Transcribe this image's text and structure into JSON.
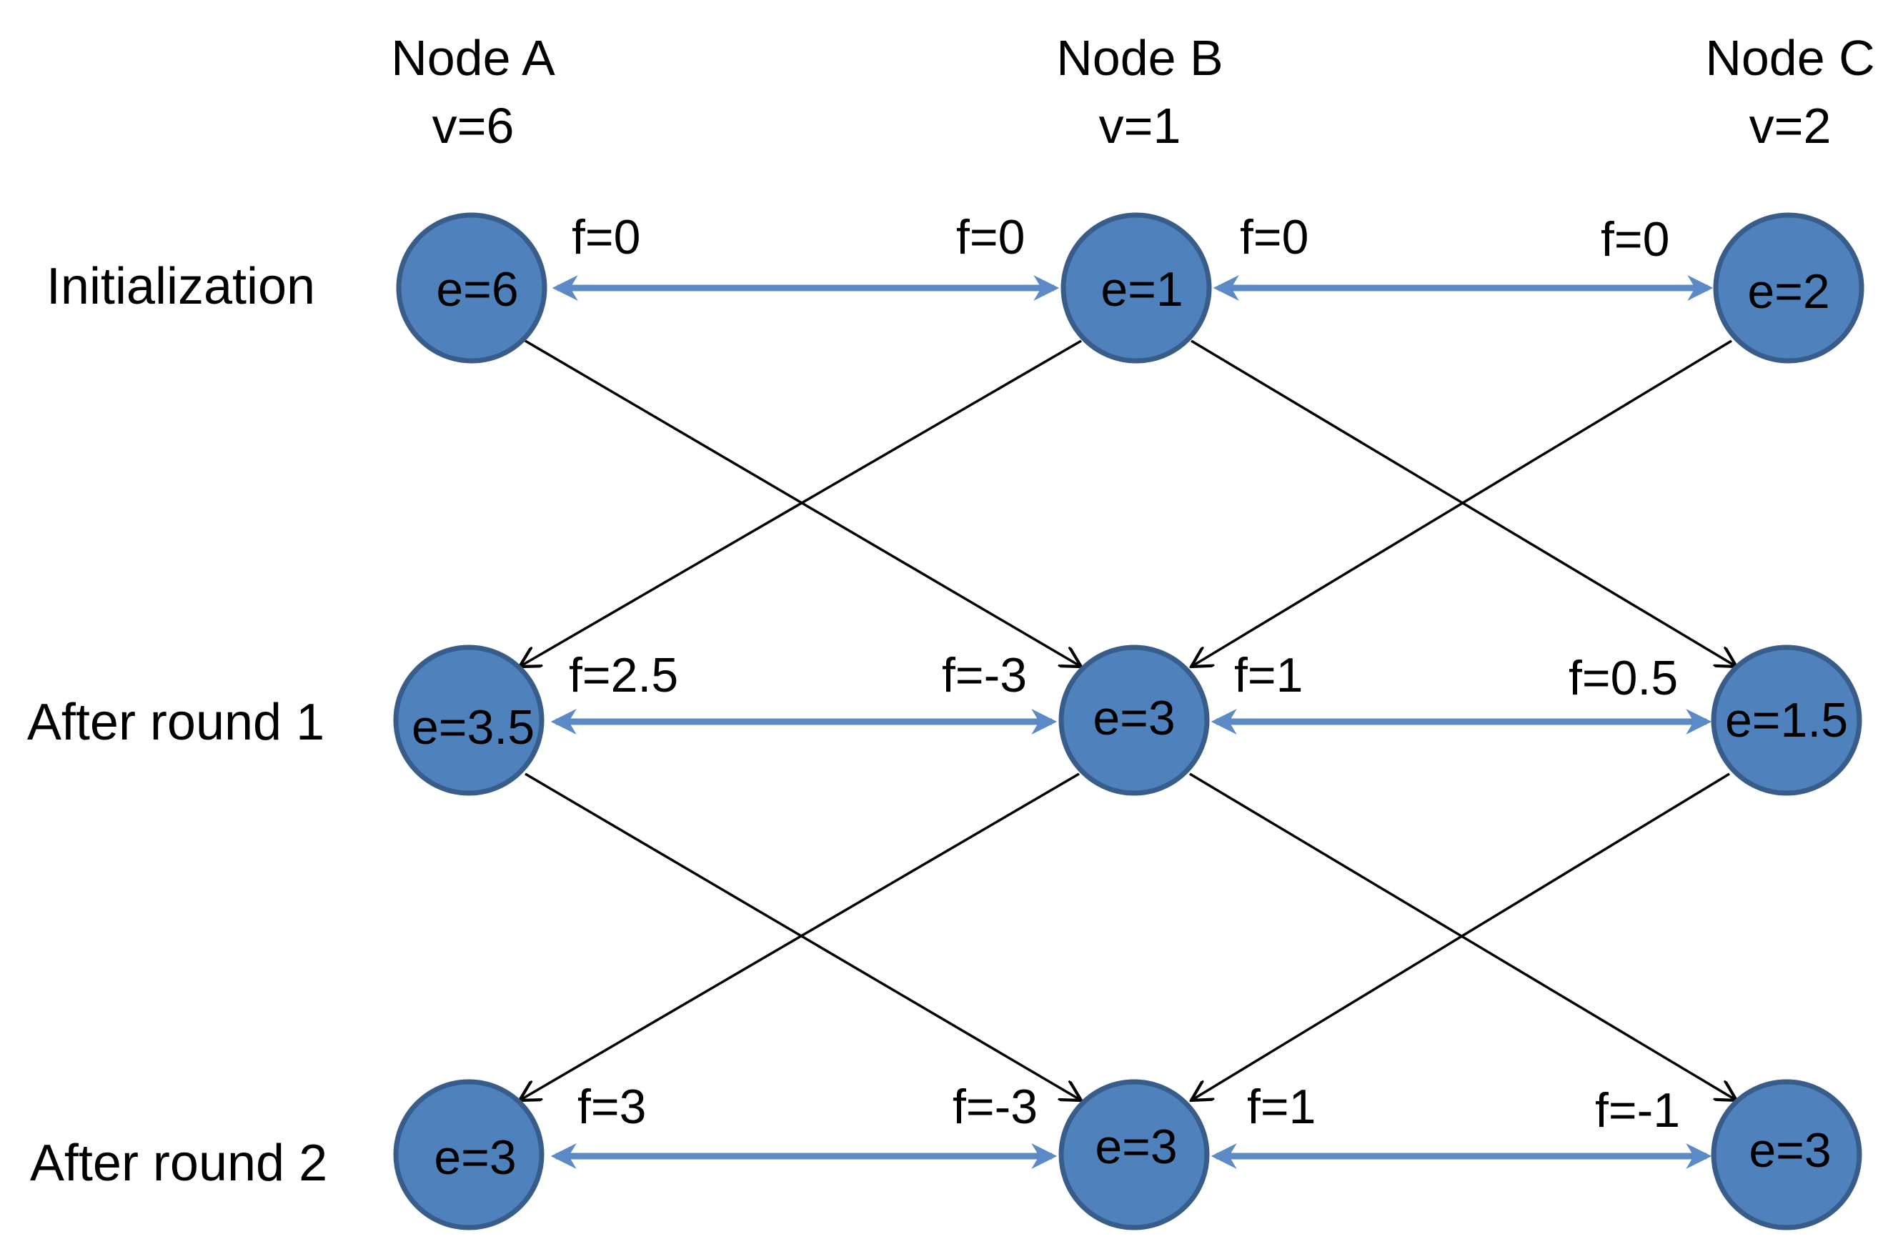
{
  "columns": [
    {
      "name": "Node A",
      "value": "v=6"
    },
    {
      "name": "Node B",
      "value": "v=1"
    },
    {
      "name": "Node C",
      "value": "v=2"
    }
  ],
  "rows": [
    {
      "label": "Initialization",
      "nodes": [
        "e=6",
        "e=1",
        "e=2"
      ],
      "flows": {
        "ab": "f=0",
        "ba": "f=0",
        "bc": "f=0",
        "cb": "f=0"
      }
    },
    {
      "label": "After round 1",
      "nodes": [
        "e=3.5",
        "e=3",
        "e=1.5"
      ],
      "flows": {
        "ab": "f=2.5",
        "ba": "f=-3",
        "bc": "f=1",
        "cb": "f=0.5"
      }
    },
    {
      "label": "After round 2",
      "nodes": [
        "e=3",
        "e=3",
        "e=3"
      ],
      "flows": {
        "ab": "f=3",
        "ba": "f=-3",
        "bc": "f=1",
        "cb": "f=-1"
      }
    }
  ],
  "colors": {
    "node_fill": "#4f81bd",
    "node_stroke": "#385d8a",
    "bidirectional_link": "#5b8ac6",
    "transition_arrow": "#000000"
  }
}
